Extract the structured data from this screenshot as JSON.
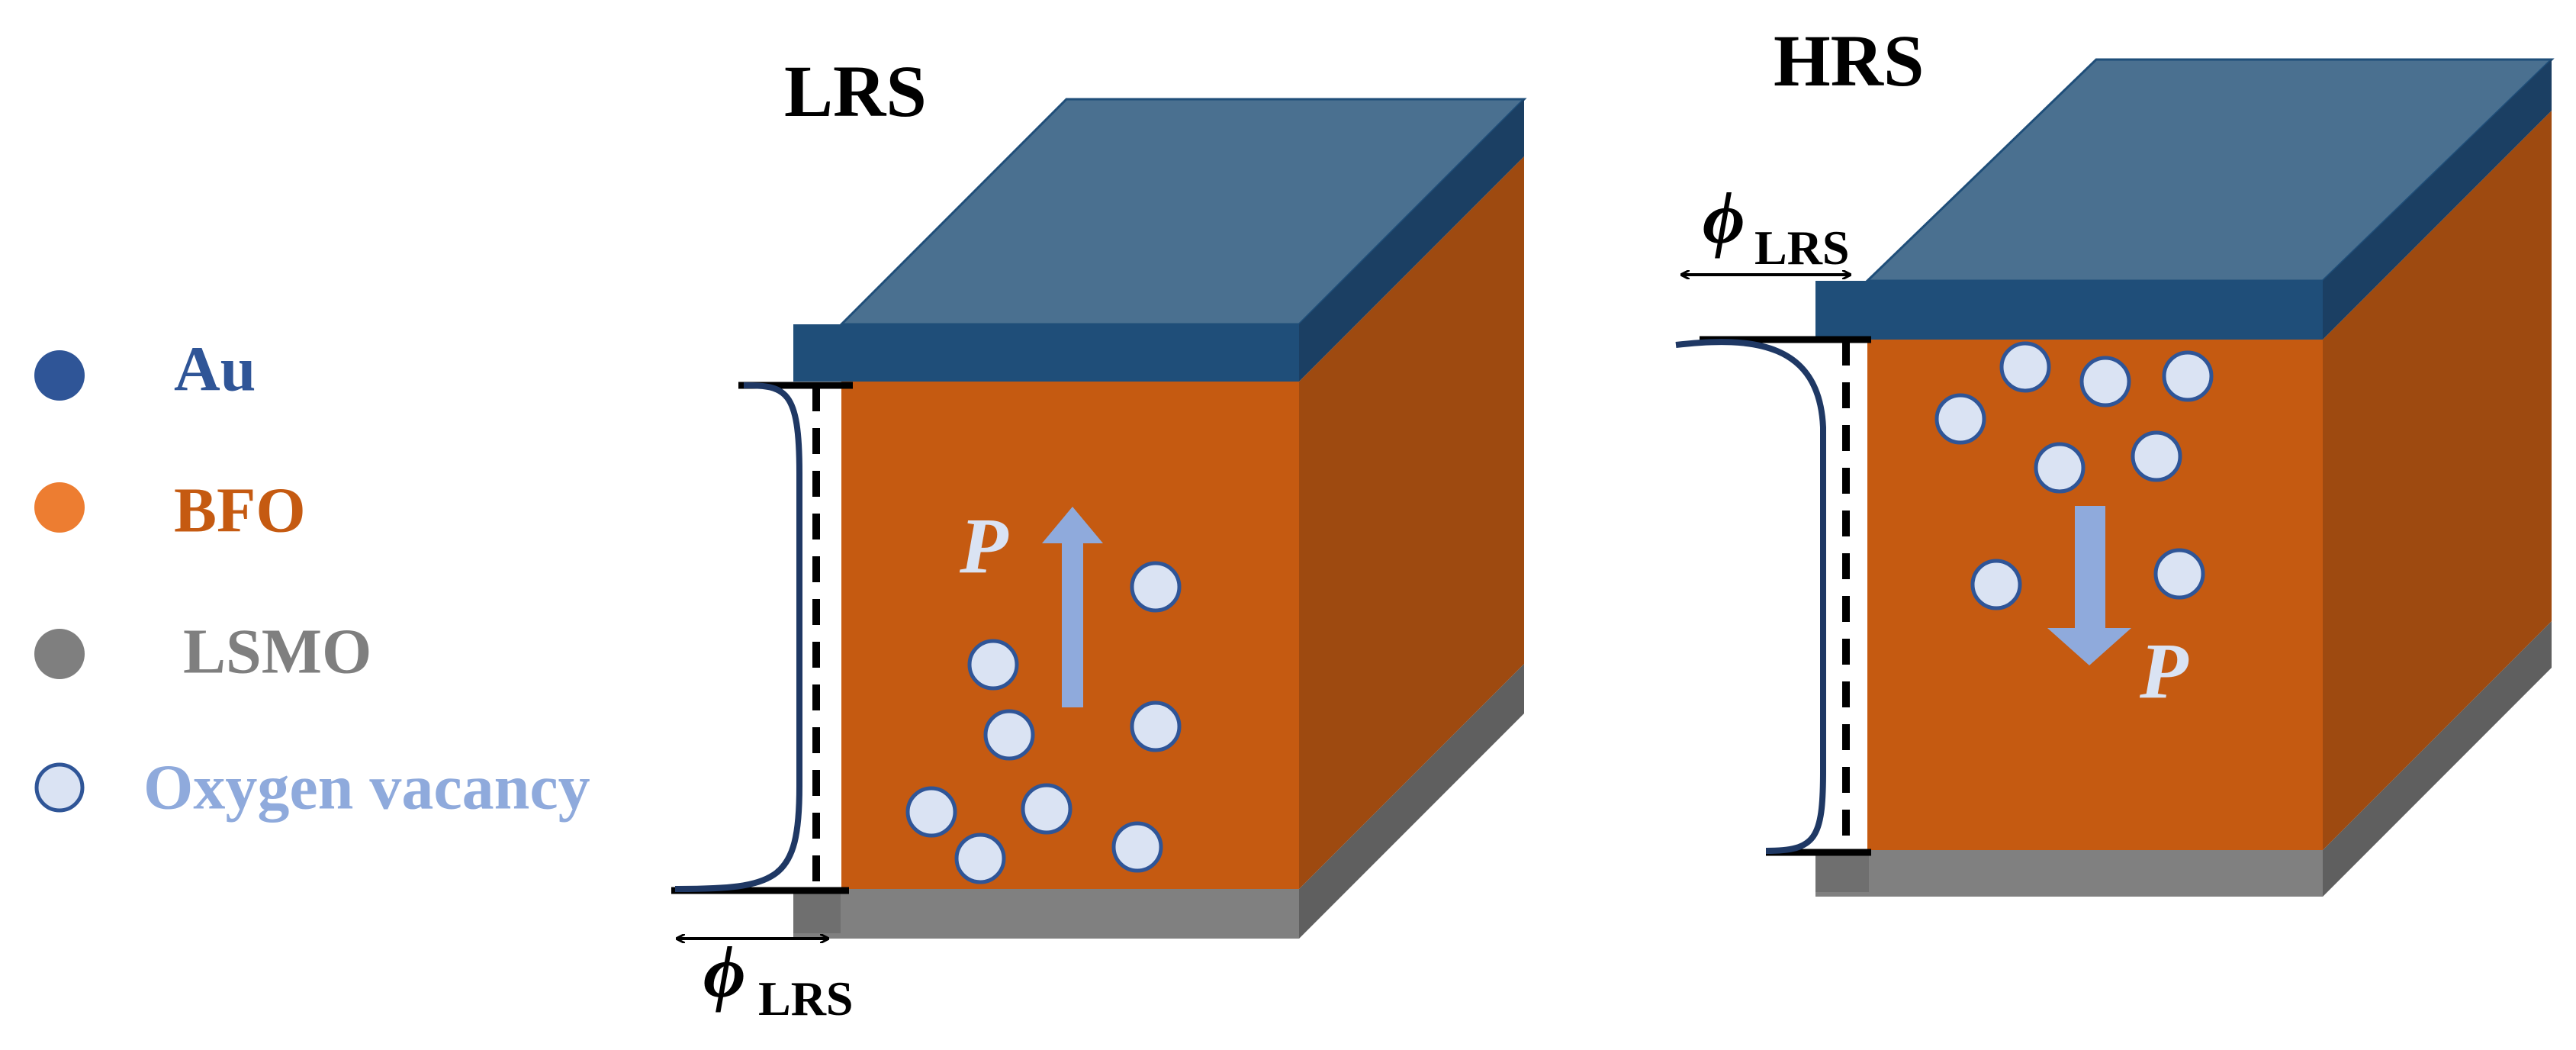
{
  "legend": {
    "items": [
      {
        "label": "Au",
        "color": "#2F5597",
        "text_color": "#2F5597"
      },
      {
        "label": "BFO",
        "color": "#ED7D31",
        "text_color": "#C55A11"
      },
      {
        "label": "LSMO",
        "color": "#7F7F7F",
        "text_color": "#7F7F7F"
      },
      {
        "label": "Oxygen vacancy",
        "color": "#DAE3F3",
        "text_color": "#8FAADC"
      }
    ]
  },
  "lrs": {
    "title": "LRS",
    "polarization_label": "P",
    "barrier_symbol": "ϕ",
    "barrier_subscript": "LRS"
  },
  "hrs": {
    "title": "HRS",
    "polarization_label": "P",
    "barrier_symbol": "ϕ",
    "barrier_subscript": "LRS"
  },
  "colors": {
    "au_top": "#4A7090",
    "au_front": "#1F4E79",
    "au_side": "#1B3F63",
    "bfo_front": "#C55A11",
    "bfo_side": "#9E4A10",
    "lsmo_front": "#808080",
    "lsmo_side": "#5F5F5F",
    "vacancy_fill": "#DAE3F3",
    "vacancy_stroke": "#2F5597",
    "arrow": "#8FAADC",
    "barrier_curve": "#1F3864"
  }
}
